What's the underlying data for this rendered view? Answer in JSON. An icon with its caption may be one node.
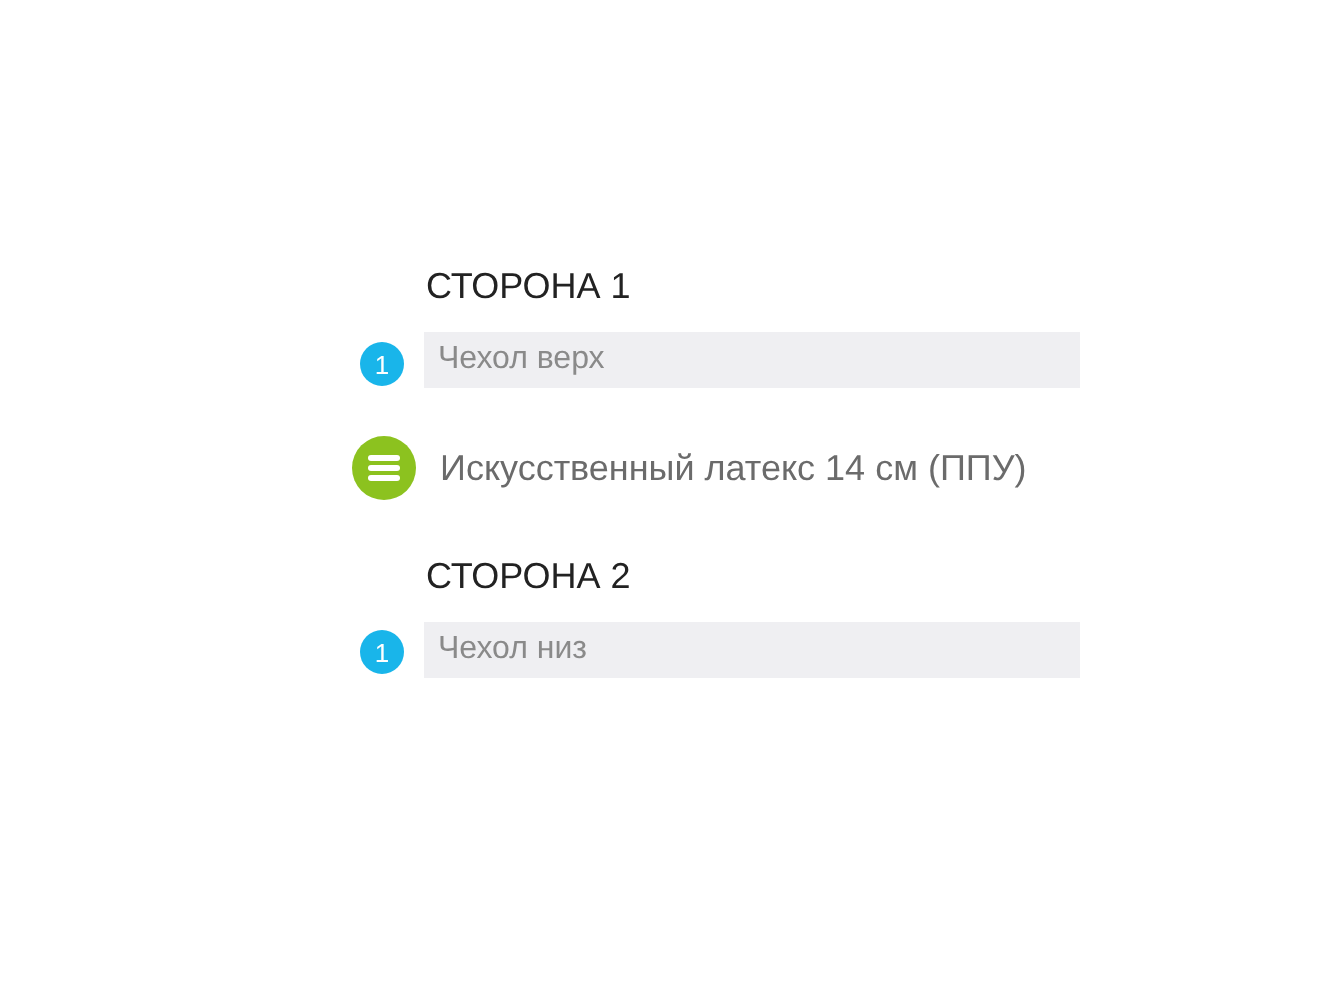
{
  "diagram": {
    "nodes": [
      {
        "text": [
          "1"
        ]
      },
      {
        "text": [
          "Чехол верх"
        ]
      },
      {
        "text": [
          "1"
        ]
      },
      {
        "text": [
          "Чехол низ"
        ]
      }
    ],
    "labels": [
      "СТОРОНА 1",
      "Искусственный латекс 14 см (ППУ)",
      "СТОРОНА 2"
    ]
  }
}
